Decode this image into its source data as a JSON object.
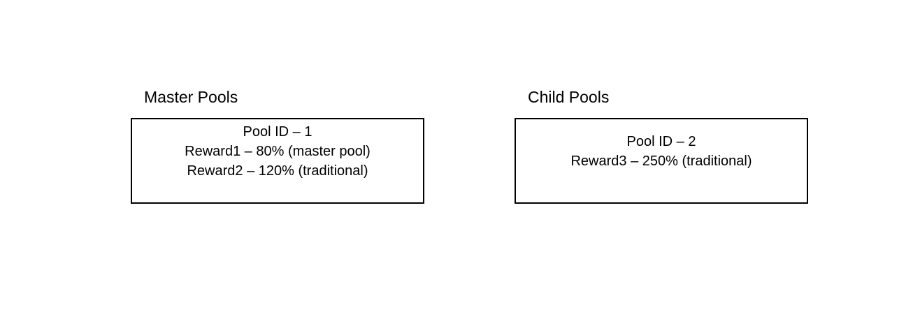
{
  "master": {
    "title": "Master Pools",
    "box": {
      "pool_id": "Pool ID – 1",
      "lines": [
        "Reward1 – 80% (master pool)",
        "Reward2 – 120% (traditional)"
      ]
    }
  },
  "child": {
    "title": "Child Pools",
    "box": {
      "pool_id": "Pool ID – 2",
      "lines": [
        "Reward3 – 250% (traditional)"
      ]
    }
  }
}
